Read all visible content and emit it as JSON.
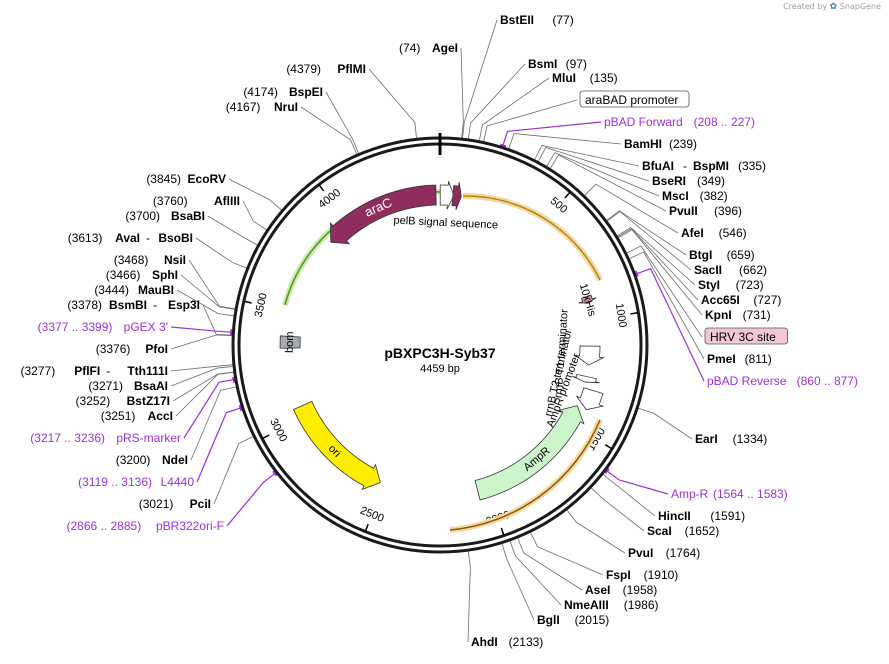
{
  "credit": {
    "prefix": "Created by",
    "brand": "SnapGene"
  },
  "plasmid": {
    "name": "pBXPC3H-Syb37",
    "size_label": "4459 bp",
    "length": 4459
  },
  "ruler_ticks": [
    {
      "pos": 500,
      "label": "500"
    },
    {
      "pos": 1000,
      "label": "1000"
    },
    {
      "pos": 1500,
      "label": "1500"
    },
    {
      "pos": 2000,
      "label": "2000"
    },
    {
      "pos": 2500,
      "label": "2500"
    },
    {
      "pos": 3000,
      "label": "3000"
    },
    {
      "pos": 3500,
      "label": "3500"
    },
    {
      "pos": 4000,
      "label": "4000"
    }
  ],
  "features": [
    {
      "name": "araC",
      "start": 3880,
      "end": 4440,
      "direction": "reverse",
      "color": "#8f2d5e",
      "text_color": "#ffffff"
    },
    {
      "name": "pelB signal sequence",
      "start": 4460,
      "end": 4525,
      "direction": "forward",
      "color": "#ffffff",
      "text_color": "#000000"
    },
    {
      "name": "10xHis",
      "start": 888,
      "end": 920,
      "direction": "forward",
      "color": "#c98ba6",
      "text_color": "#000000"
    },
    {
      "name": "rrnB T1 terminator",
      "start": 1120,
      "end": 1210,
      "direction": "forward",
      "color": "#ffffff",
      "text_color": "#000000"
    },
    {
      "name": "rrnB T2 terminator",
      "start": 1265,
      "end": 1292,
      "direction": "forward",
      "color": "#ffffff",
      "text_color": "#000000"
    },
    {
      "name": "AmpR promoter",
      "start": 1320,
      "end": 1410,
      "direction": "forward",
      "color": "#ffffff",
      "text_color": "#000000"
    },
    {
      "name": "AmpR",
      "start": 1410,
      "end": 2050,
      "direction": "reverse",
      "color": "#ccf5cc",
      "text_color": "#000000"
    },
    {
      "name": "ori",
      "start": 2520,
      "end": 3050,
      "direction": "reverse",
      "color": "#ffee00",
      "text_color": "#000000"
    },
    {
      "name": "bom",
      "start": 3330,
      "end": 3385,
      "direction": "none",
      "color": "#a5aab0",
      "text_color": "#000000"
    },
    {
      "name": "",
      "start": 4520,
      "end": 4560,
      "direction": "forward",
      "color": "#8f2d5e",
      "text_color": "#000000"
    }
  ],
  "annotations": [
    {
      "name": "araBAD promoter",
      "style": "box"
    },
    {
      "name": "HRV 3C site",
      "style": "pinkbox"
    }
  ],
  "sites": [
    {
      "name": "AgeI",
      "pos": "(74)",
      "side": "left"
    },
    {
      "name": "BstEII",
      "pos": "(77)",
      "side": "right"
    },
    {
      "name": "BsmI",
      "pos": "(97)",
      "side": "right"
    },
    {
      "name": "MluI",
      "pos": "(135)",
      "side": "right"
    },
    {
      "name": "BamHI",
      "pos": "(239)",
      "side": "right"
    },
    {
      "name": "BfuAI",
      "name2": "BspMI",
      "pos": "(335)",
      "side": "right"
    },
    {
      "name": "BseRI",
      "pos": "(349)",
      "side": "right"
    },
    {
      "name": "MscI",
      "pos": "(382)",
      "side": "right"
    },
    {
      "name": "PvuII",
      "pos": "(396)",
      "side": "right"
    },
    {
      "name": "AfeI",
      "pos": "(546)",
      "side": "right"
    },
    {
      "name": "BtgI",
      "pos": "(659)",
      "side": "right"
    },
    {
      "name": "SacII",
      "pos": "(662)",
      "side": "right"
    },
    {
      "name": "StyI",
      "pos": "(723)",
      "side": "right"
    },
    {
      "name": "Acc65I",
      "pos": "(727)",
      "side": "right"
    },
    {
      "name": "KpnI",
      "pos": "(731)",
      "side": "right"
    },
    {
      "name": "PmeI",
      "pos": "(811)",
      "side": "right"
    },
    {
      "name": "EarI",
      "pos": "(1334)",
      "side": "right"
    },
    {
      "name": "HincII",
      "pos": "(1591)",
      "side": "right"
    },
    {
      "name": "ScaI",
      "pos": "(1652)",
      "side": "right"
    },
    {
      "name": "PvuI",
      "pos": "(1764)",
      "side": "right"
    },
    {
      "name": "FspI",
      "pos": "(1910)",
      "side": "right"
    },
    {
      "name": "AseI",
      "pos": "(1958)",
      "side": "right"
    },
    {
      "name": "NmeAIII",
      "pos": "(1986)",
      "side": "right"
    },
    {
      "name": "BglI",
      "pos": "(2015)",
      "side": "right"
    },
    {
      "name": "AhdI",
      "pos": "(2133)",
      "side": "right"
    },
    {
      "name": "PciI",
      "pos": "(3021)",
      "side": "left"
    },
    {
      "name": "NdeI",
      "pos": "(3200)",
      "side": "left"
    },
    {
      "name": "AccI",
      "pos": "(3251)",
      "side": "left"
    },
    {
      "name": "BstZ17I",
      "pos": "(3252)",
      "side": "left"
    },
    {
      "name": "BsaAI",
      "pos": "(3271)",
      "side": "left"
    },
    {
      "name": "PflFI",
      "name2": "Tth111I",
      "pos": "(3277)",
      "side": "left"
    },
    {
      "name": "PfoI",
      "pos": "(3376)",
      "side": "left"
    },
    {
      "name": "BsmBI",
      "name2": "Esp3I",
      "pos": "(3378)",
      "side": "left"
    },
    {
      "name": "MauBI",
      "pos": "(3444)",
      "side": "left"
    },
    {
      "name": "SphI",
      "pos": "(3466)",
      "side": "left"
    },
    {
      "name": "NsiI",
      "pos": "(3468)",
      "side": "left"
    },
    {
      "name": "AvaI",
      "name2": "BsoBI",
      "pos": "(3613)",
      "side": "left"
    },
    {
      "name": "BsaBI",
      "pos": "(3700)",
      "side": "left"
    },
    {
      "name": "AflIII",
      "pos": "(3760)",
      "side": "left"
    },
    {
      "name": "EcoRV",
      "pos": "(3845)",
      "side": "left"
    },
    {
      "name": "NruI",
      "pos": "(4167)",
      "side": "left"
    },
    {
      "name": "BspEI",
      "pos": "(4174)",
      "side": "left"
    },
    {
      "name": "PflMI",
      "pos": "(4379)",
      "side": "left"
    }
  ],
  "primers": [
    {
      "name": "pBAD Forward",
      "range": "(208 .. 227)"
    },
    {
      "name": "pBAD Reverse",
      "range": "(860 .. 877)"
    },
    {
      "name": "Amp-R",
      "range": "(1564 .. 1583)"
    },
    {
      "name": "pBR322ori-F",
      "range": "(2866 .. 2885)"
    },
    {
      "name": "L4440",
      "range": "(3119 .. 3136)"
    },
    {
      "name": "pRS-marker",
      "range": "(3217 .. 3236)"
    },
    {
      "name": "pGEX 3'",
      "range": "(3377 .. 3399)"
    }
  ]
}
